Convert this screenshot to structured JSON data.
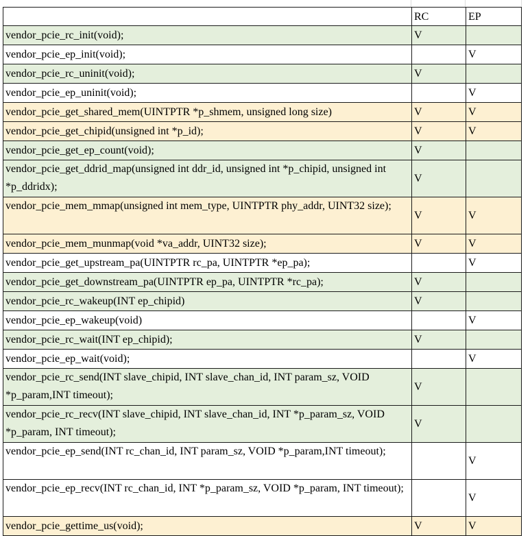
{
  "header": {
    "function": "",
    "rc": "RC",
    "ep": "EP"
  },
  "colors": {
    "green": "#e4efdc",
    "orange": "#fdf0d2",
    "white": "#ffffff",
    "grid": "#1a1a1a"
  },
  "rows": [
    {
      "fn": "vendor_pcie_rc_init(void);",
      "rc": "V",
      "ep": "",
      "tint": "green",
      "lines": 1
    },
    {
      "fn": "vendor_pcie_ep_init(void);",
      "rc": "",
      "ep": "V",
      "tint": "white",
      "lines": 1
    },
    {
      "fn": "vendor_pcie_rc_uninit(void);",
      "rc": "V",
      "ep": "",
      "tint": "green",
      "lines": 1
    },
    {
      "fn": "vendor_pcie_ep_uninit(void);",
      "rc": "",
      "ep": "V",
      "tint": "white",
      "lines": 1
    },
    {
      "fn": "vendor_pcie_get_shared_mem(UINTPTR *p_shmem, unsigned long size)",
      "rc": "V",
      "ep": "V",
      "tint": "orange",
      "lines": 1
    },
    {
      "fn": "vendor_pcie_get_chipid(unsigned int *p_id);",
      "rc": "V",
      "ep": "V",
      "tint": "orange",
      "lines": 1
    },
    {
      "fn": "vendor_pcie_get_ep_count(void);",
      "rc": "V",
      "ep": "",
      "tint": "green",
      "lines": 1
    },
    {
      "fn": "vendor_pcie_get_ddrid_map(unsigned int ddr_id, unsigned int *p_chipid, unsigned int *p_ddridx);",
      "rc": "V",
      "ep": "",
      "tint": "green",
      "lines": 2
    },
    {
      "fn": "vendor_pcie_mem_mmap(unsigned int mem_type, UINTPTR phy_addr, UINT32 size);",
      "rc": "V",
      "ep": "V",
      "tint": "orange",
      "lines": 2
    },
    {
      "fn": "vendor_pcie_mem_munmap(void *va_addr, UINT32 size);",
      "rc": "V",
      "ep": "V",
      "tint": "orange",
      "lines": 1
    },
    {
      "fn": "vendor_pcie_get_upstream_pa(UINTPTR rc_pa, UINTPTR *ep_pa);",
      "rc": "",
      "ep": "V",
      "tint": "white",
      "lines": 1
    },
    {
      "fn": "vendor_pcie_get_downstream_pa(UINTPTR ep_pa, UINTPTR *rc_pa);",
      "rc": "V",
      "ep": "",
      "tint": "green",
      "lines": 1
    },
    {
      "fn": "vendor_pcie_rc_wakeup(INT ep_chipid)",
      "rc": "V",
      "ep": "",
      "tint": "green",
      "lines": 1
    },
    {
      "fn": "vendor_pcie_ep_wakeup(void)",
      "rc": "",
      "ep": "V",
      "tint": "white",
      "lines": 1
    },
    {
      "fn": "vendor_pcie_rc_wait(INT ep_chipid);",
      "rc": "V",
      "ep": "",
      "tint": "green",
      "lines": 1
    },
    {
      "fn": "vendor_pcie_ep_wait(void);",
      "rc": "",
      "ep": "V",
      "tint": "white",
      "lines": 1
    },
    {
      "fn": "vendor_pcie_rc_send(INT slave_chipid, INT slave_chan_id, INT param_sz, VOID *p_param,INT timeout);",
      "rc": "V",
      "ep": "",
      "tint": "green",
      "lines": 2
    },
    {
      "fn": "vendor_pcie_rc_recv(INT slave_chipid, INT slave_chan_id, INT *p_param_sz, VOID *p_param, INT timeout);",
      "rc": "V",
      "ep": "",
      "tint": "green",
      "lines": 2
    },
    {
      "fn": "vendor_pcie_ep_send(INT rc_chan_id, INT param_sz, VOID *p_param,INT timeout);",
      "rc": "",
      "ep": "V",
      "tint": "white",
      "lines": 2
    },
    {
      "fn": "vendor_pcie_ep_recv(INT rc_chan_id, INT *p_param_sz, VOID *p_param, INT timeout);",
      "rc": "",
      "ep": "V",
      "tint": "white",
      "lines": 2
    },
    {
      "fn": "vendor_pcie_gettime_us(void);",
      "rc": "V",
      "ep": "V",
      "tint": "orange",
      "lines": 1
    }
  ]
}
